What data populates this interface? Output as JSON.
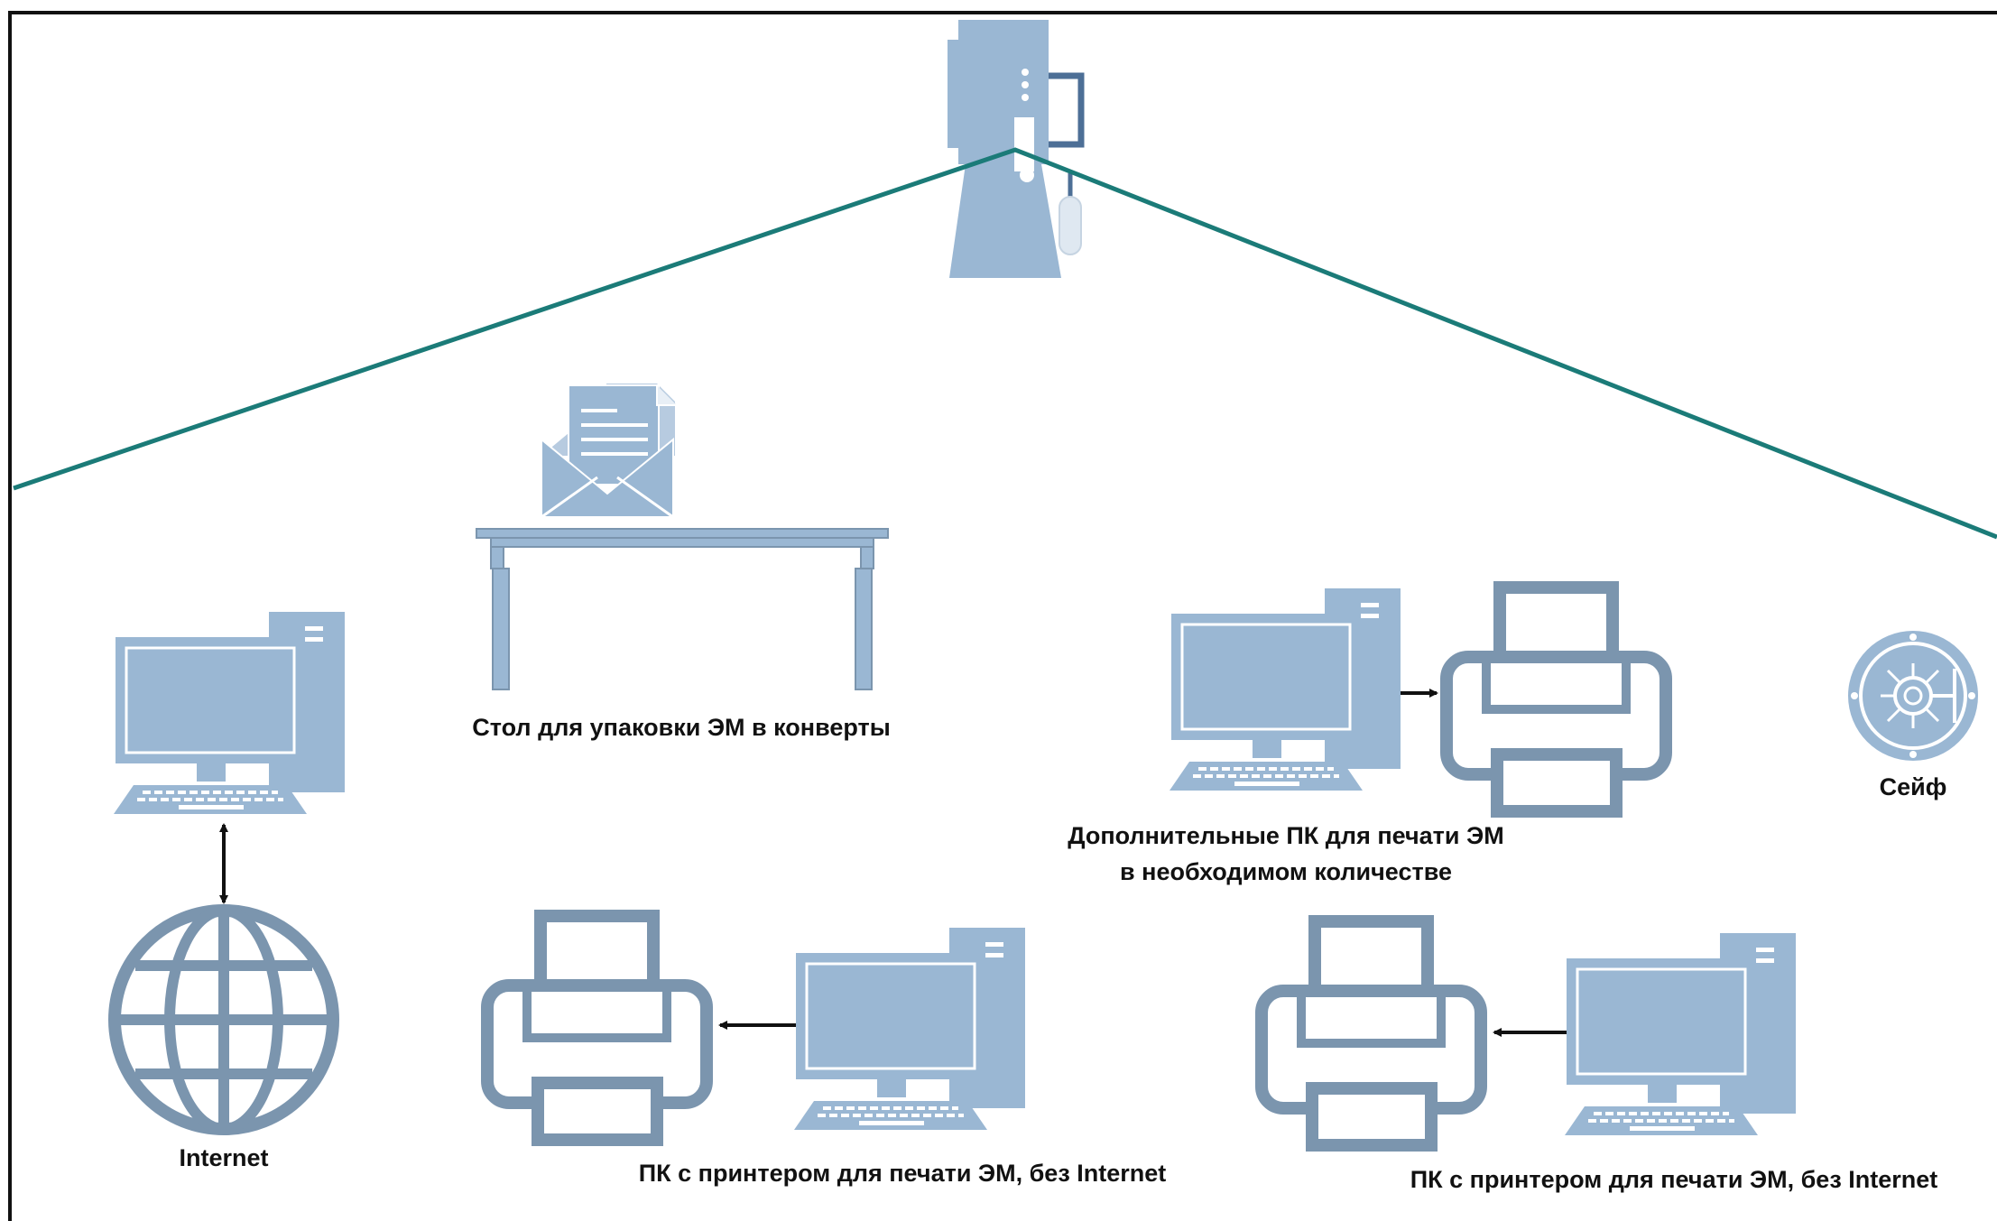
{
  "labels": {
    "table": "Стол для упаковки ЭМ в конверты",
    "safe": "Сейф",
    "extra_pc_line1": "Дополнительные ПК для печати ЭМ",
    "extra_pc_line2": "в необходимом количестве",
    "internet": "Internet",
    "pc_printer_1": "ПК с принтером для печати ЭМ, без Internet",
    "pc_printer_2": "ПК с принтером для печати ЭМ, без Internet"
  },
  "colors": {
    "icon_fill": "#9ab7d3",
    "icon_dark": "#7b95ae",
    "roof_line": "#1b7b78",
    "frame": "#111111",
    "arrow": "#111111"
  },
  "icons": [
    "router-icon",
    "envelope-icon",
    "table-icon",
    "computer-icon",
    "printer-icon",
    "globe-icon",
    "safe-icon"
  ]
}
